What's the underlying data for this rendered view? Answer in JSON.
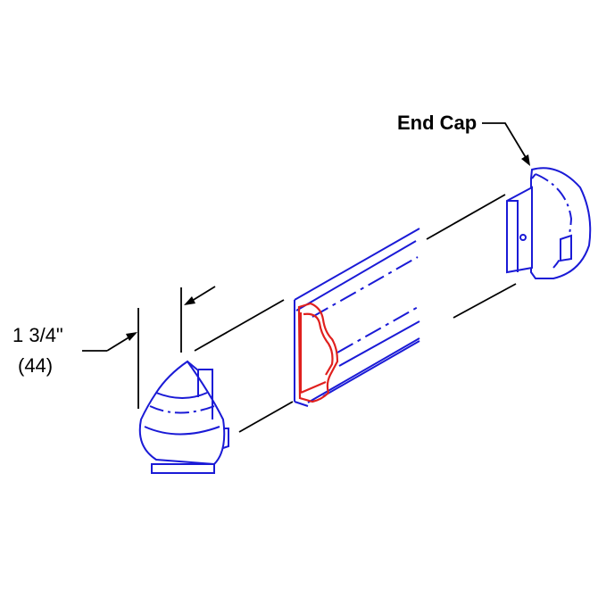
{
  "labels": {
    "end_cap": "End Cap",
    "dimension_imperial": "1 3/4\"",
    "dimension_metric": "(44)"
  },
  "colors": {
    "outline": "#1a1ad6",
    "section": "#e0201e",
    "leader": "#000000",
    "background": "#ffffff"
  }
}
